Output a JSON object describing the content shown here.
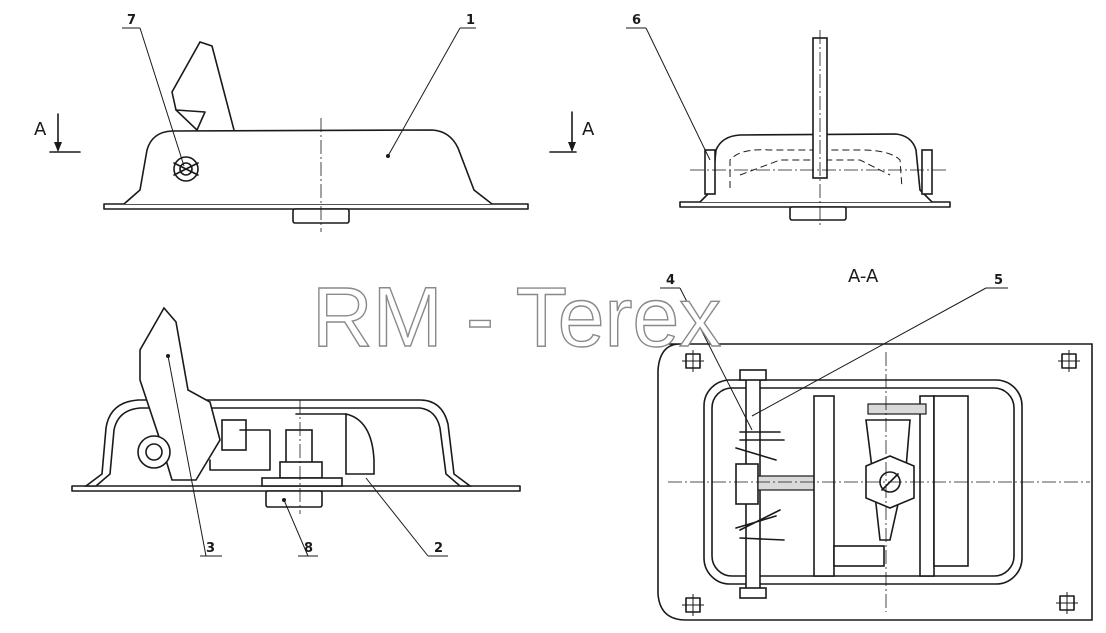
{
  "callouts": [
    "1",
    "2",
    "3",
    "4",
    "5",
    "6",
    "7",
    "8"
  ],
  "section_marks": {
    "left": "A",
    "right": "A",
    "title": "A-A"
  },
  "watermark": "RM - Terex"
}
